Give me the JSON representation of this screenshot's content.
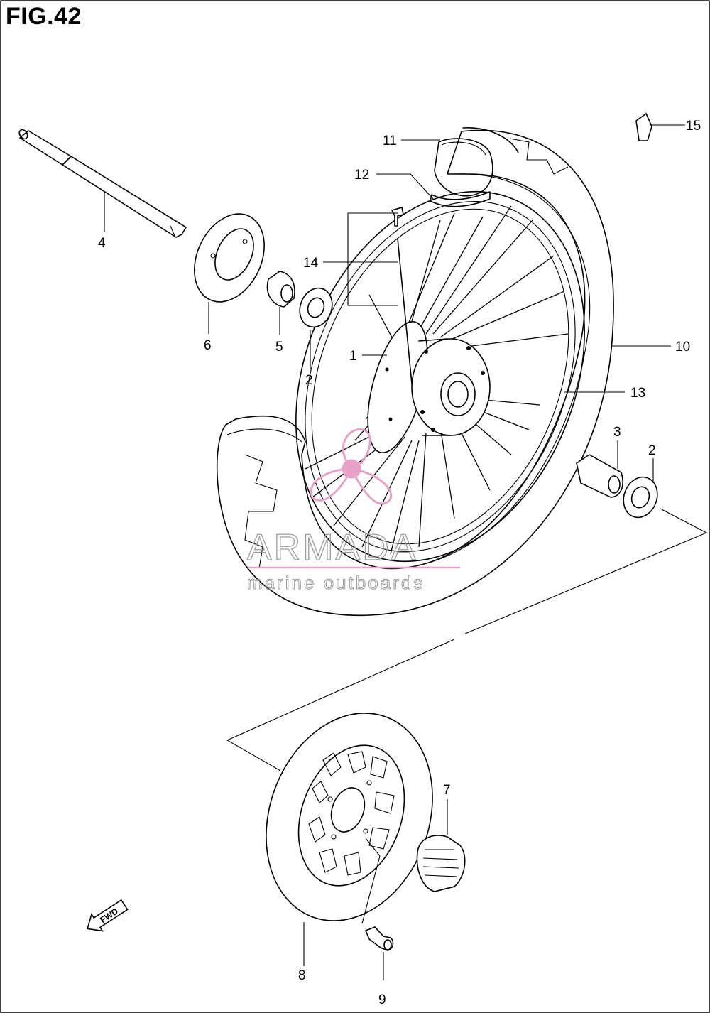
{
  "figure": {
    "title": "FIG.42"
  },
  "callouts": [
    {
      "id": "1",
      "label": "1"
    },
    {
      "id": "2a",
      "label": "2"
    },
    {
      "id": "2b",
      "label": "2"
    },
    {
      "id": "3",
      "label": "3"
    },
    {
      "id": "4",
      "label": "4"
    },
    {
      "id": "5",
      "label": "5"
    },
    {
      "id": "6",
      "label": "6"
    },
    {
      "id": "7",
      "label": "7"
    },
    {
      "id": "8",
      "label": "8"
    },
    {
      "id": "9",
      "label": "9"
    },
    {
      "id": "10",
      "label": "10"
    },
    {
      "id": "11",
      "label": "11"
    },
    {
      "id": "12",
      "label": "12"
    },
    {
      "id": "13",
      "label": "13"
    },
    {
      "id": "14",
      "label": "14"
    },
    {
      "id": "15",
      "label": "15"
    }
  ],
  "direction_marker": {
    "label": "FWD"
  },
  "watermark": {
    "brand": "ARMADA",
    "tagline": "marine outboards",
    "color": "#e8a2c8"
  }
}
